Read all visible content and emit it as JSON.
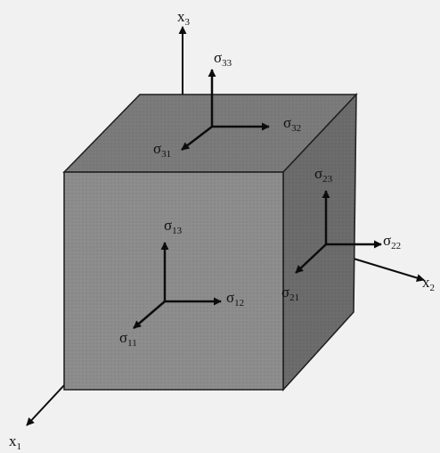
{
  "colors": {
    "paper": "#f1f1f1",
    "cube_front": "#8c8c8c",
    "cube_top": "#7a7a7a",
    "cube_side": "#6b6b6b",
    "edge": "#1e1e1e",
    "arrow": "#0c0c0c"
  },
  "axes": {
    "x1": {
      "main": "x",
      "sub": "1"
    },
    "x2": {
      "main": "x",
      "sub": "2"
    },
    "x3": {
      "main": "x",
      "sub": "3"
    }
  },
  "stresses": {
    "top": {
      "s33": {
        "main": "σ",
        "sub": "33"
      },
      "s32": {
        "main": "σ",
        "sub": "32"
      },
      "s31": {
        "main": "σ",
        "sub": "31"
      }
    },
    "front": {
      "s13": {
        "main": "σ",
        "sub": "13"
      },
      "s12": {
        "main": "σ",
        "sub": "12"
      },
      "s11": {
        "main": "σ",
        "sub": "11"
      }
    },
    "side": {
      "s23": {
        "main": "σ",
        "sub": "23"
      },
      "s22": {
        "main": "σ",
        "sub": "22"
      },
      "s21": {
        "main": "σ",
        "sub": "21"
      }
    }
  }
}
